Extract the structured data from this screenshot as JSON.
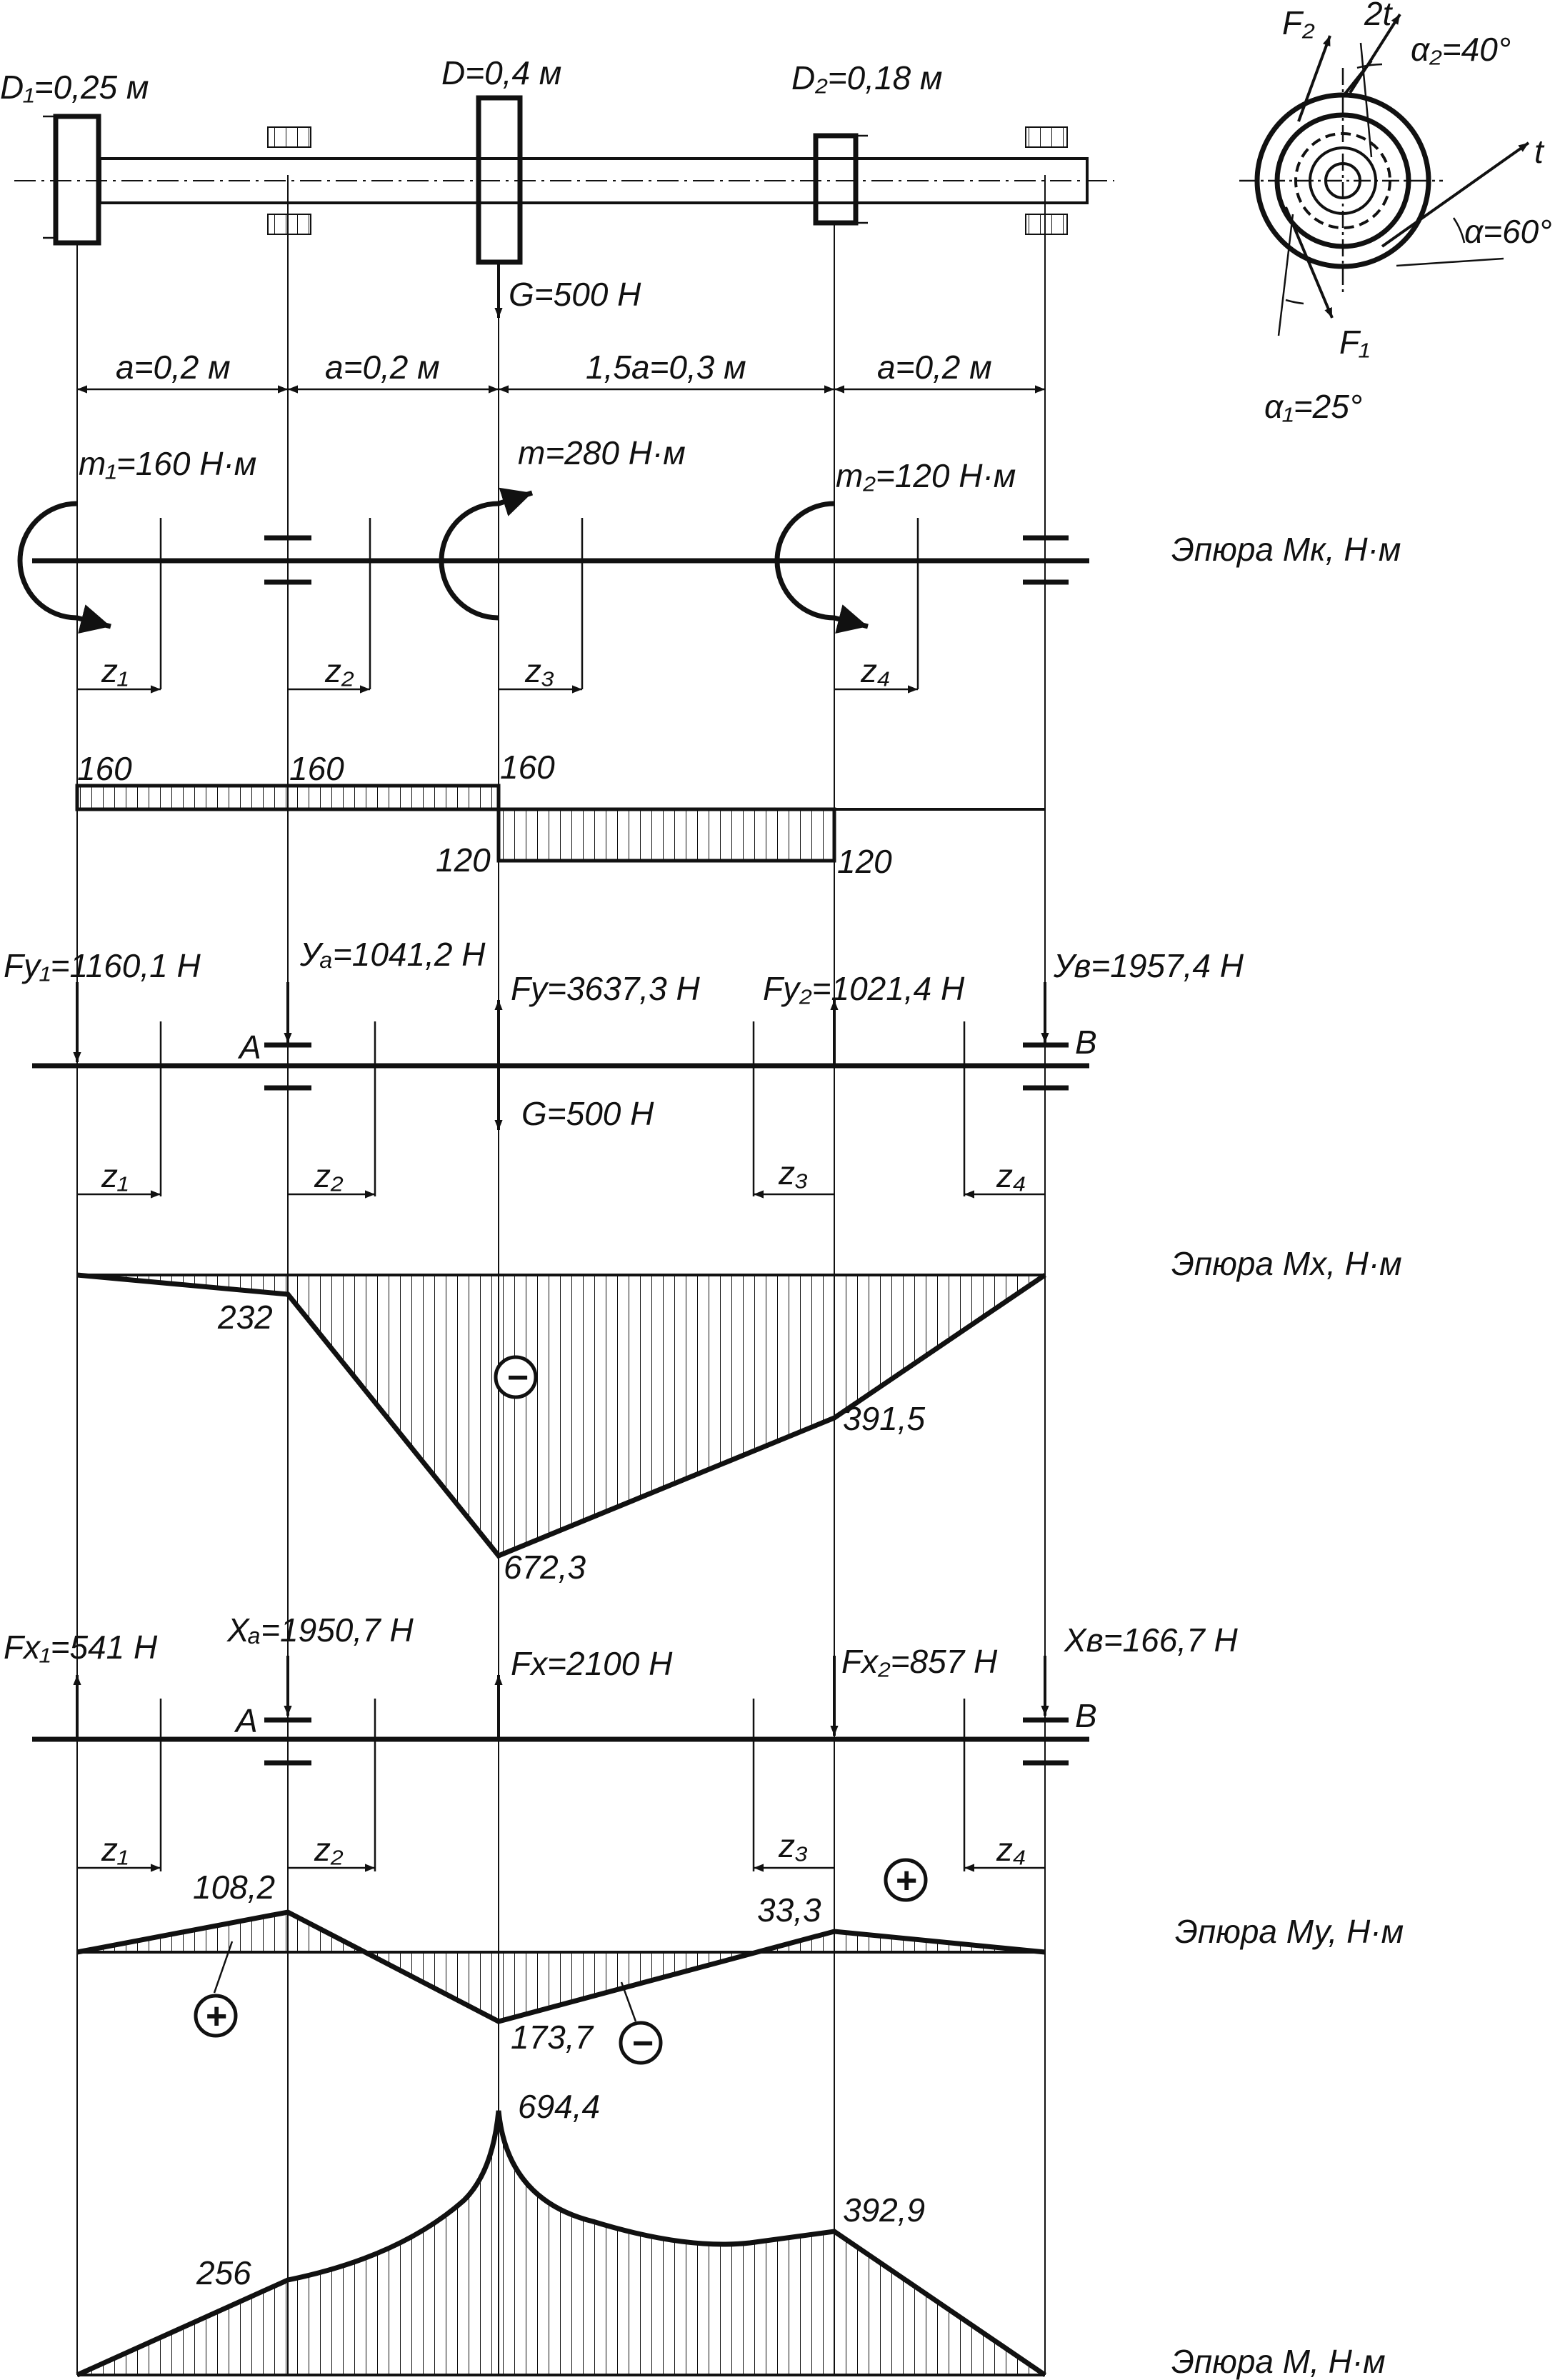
{
  "shaft": {
    "d1_label": "D₁=0,25 м",
    "d_label": "D=0,4 м",
    "d2_label": "D₂=0,18 м",
    "gravity_label": "G=500 Н",
    "span1_label": "a=0,2 м",
    "span2_label": "a=0,2 м",
    "span3_label": "1,5a=0,3 м",
    "span4_label": "a=0,2 м"
  },
  "pulley_view": {
    "f2_label": "F₂",
    "two_t_label": "2t",
    "alpha2_label": "α₂=40°",
    "t_label": "t",
    "alpha_label": "α=60°",
    "f1_label": "F₁",
    "alpha1_label": "α₁=25°"
  },
  "torque": {
    "title": "Эпюра Мк, Н·м",
    "m1_label": "m₁=160 Н·м",
    "m_label": "m=280 Н·м",
    "m2_label": "m₂=120 Н·м",
    "z1": "z₁",
    "z2": "z₂",
    "z3": "z₃",
    "z4": "z₄",
    "v_left": "160",
    "v_midleft": "160",
    "v_center": "160",
    "v_neg_left": "120",
    "v_neg_right": "120"
  },
  "vertical": {
    "fy1_label": "Fy₁=1160,1 Н",
    "ya_label": "Уₐ=1041,2 Н",
    "fy_label": "Fy=3637,3 Н",
    "fy2_label": "Fy₂=1021,4 Н",
    "yb_label": "Ув=1957,4 Н",
    "g_label": "G=500 Н",
    "a_label": "A",
    "b_label": "B",
    "z1": "z₁",
    "z2": "z₂",
    "z3": "z₃",
    "z4": "z₄"
  },
  "mx": {
    "title": "Эпюра Мх, Н·м",
    "v_a": "232",
    "v_c": "672,3",
    "v_d": "391,5",
    "sign": "−"
  },
  "horizontal": {
    "fx1_label": "Fx₁=541 Н",
    "xa_label": "Xₐ=1950,7 Н",
    "fx_label": "Fx=2100 Н",
    "fx2_label": "Fx₂=857 Н",
    "xb_label": "Xв=166,7 Н",
    "a_label": "A",
    "b_label": "B",
    "z1": "z₁",
    "z2": "z₂",
    "z3": "z₃",
    "z4": "z₄"
  },
  "my": {
    "title": "Эпюра Му, Н·м",
    "v_a": "108,2",
    "v_c": "173,7",
    "v_d": "33,3",
    "sign_plus": "+",
    "sign_minus": "−"
  },
  "m_total": {
    "title": "Эпюра М, Н·м",
    "v_a": "256",
    "v_c": "694,4",
    "v_d": "392,9"
  }
}
